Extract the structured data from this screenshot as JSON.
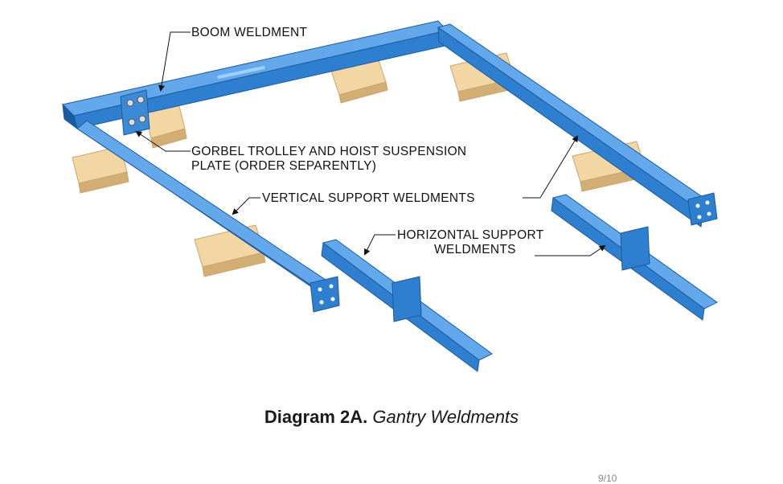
{
  "colors": {
    "steel_blue": "#2f7fd0",
    "steel_dark": "#1c5a9e",
    "steel_light": "#63a8ea",
    "wood": "#f2d6a4",
    "wood_dark": "#d2ae74"
  },
  "callouts": {
    "boom": "BOOM WELDMENT",
    "trolley_line1": "GORBEL TROLLEY AND HOIST SUSPENSION",
    "trolley_line2": "PLATE (ORDER SEPARENTLY)",
    "vertical": "VERTICAL SUPPORT WELDMENTS",
    "horizontal_line1": "HORIZONTAL SUPPORT",
    "horizontal_line2": "WELDMENTS"
  },
  "caption": {
    "number": "Diagram 2A.",
    "title": "Gantry Weldments"
  },
  "page_fragment": "9/10"
}
